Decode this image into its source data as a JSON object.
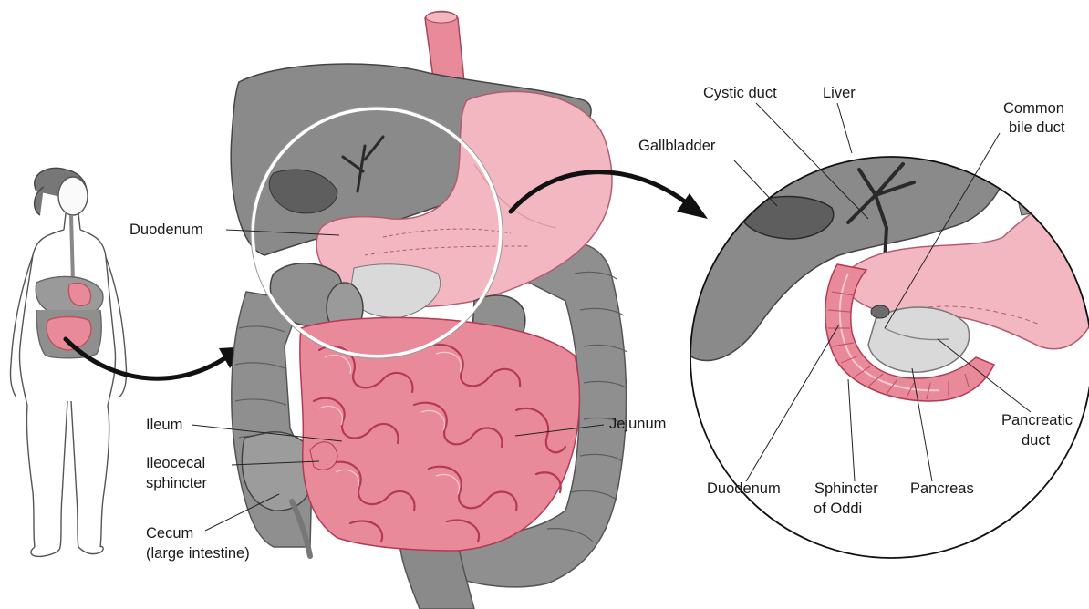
{
  "colors": {
    "organ_gray": "#8f8f8f",
    "organ_gray_dark": "#6c6c6c",
    "organ_gray_light": "#bdbdbd",
    "intestine_pink": "#e98a9a",
    "intestine_pink_dark": "#c9566b",
    "stomach_pink": "#f3b7c2",
    "pancreas_light": "#d9d9d9",
    "arrow": "#111111",
    "body_outline": "#555555"
  },
  "icons": {
    "figure": "human-figure-icon",
    "arrow_left": "curved-arrow-icon",
    "arrow_right": "curved-arrow-icon"
  },
  "labels": {
    "duodenum_main": "Duodenum",
    "ileum": "Ileum",
    "ileocecal_line1": "Ileocecal",
    "ileocecal_line2": "sphincter",
    "cecum_line1": "Cecum",
    "cecum_line2": "(large intestine)",
    "jejunum": "Jejunum",
    "cystic_duct": "Cystic duct",
    "liver": "Liver",
    "common_bile_line1": "Common",
    "common_bile_line2": "bile duct",
    "gallbladder": "Gallbladder",
    "pancreatic_line1": "Pancreatic",
    "pancreatic_line2": "duct",
    "duodenum_inset": "Duodenum",
    "sphincter_line1": "Sphincter",
    "sphincter_line2": "of Oddi",
    "pancreas": "Pancreas"
  }
}
